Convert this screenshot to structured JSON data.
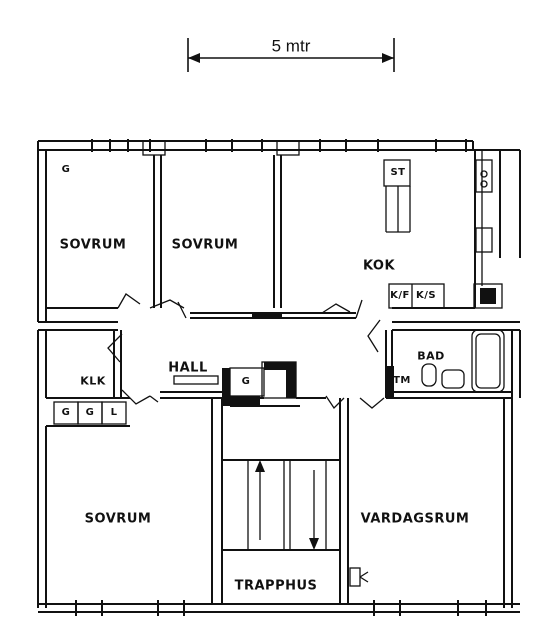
{
  "scale": {
    "label": "5 mtr"
  },
  "rooms": {
    "sovrum_1": "SOVRUM",
    "sovrum_2": "SOVRUM",
    "kok": "KOK",
    "hall": "HALL",
    "bad": "BAD",
    "klk": "KLK",
    "sovrum_3": "SOVRUM",
    "vardagsrum": "VARDAGSRUM",
    "trapphus": "TRAPPHUS"
  },
  "fixtures": {
    "g_top_left": "G",
    "st": "ST",
    "kf": "K/F",
    "ks": "K/S",
    "tm": "TM",
    "g_hall": "G",
    "g1": "G",
    "g2": "G",
    "l": "L"
  }
}
